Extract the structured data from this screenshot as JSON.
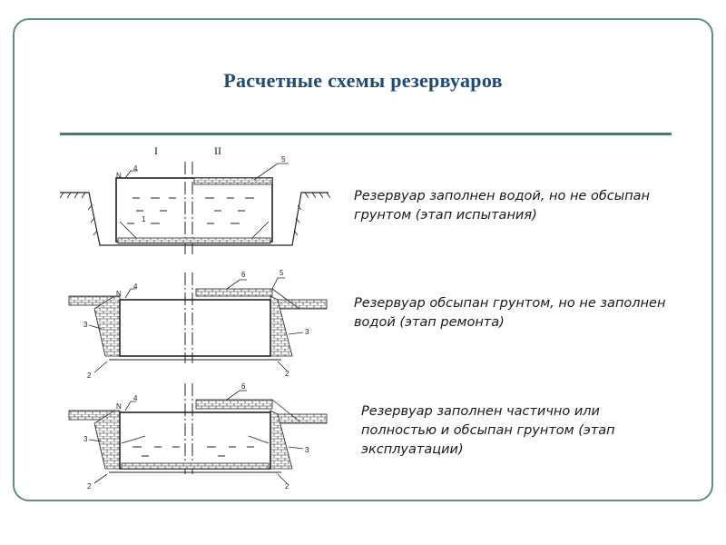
{
  "title": "Расчетные схемы резервуаров",
  "sections": {
    "left": "I",
    "right": "II"
  },
  "schemes": [
    {
      "description": "Резервуар заполнен водой, но не обсыпан грунтом (этап испытания)",
      "labels": {
        "n": "N",
        "four": "4",
        "five": "5",
        "one": "1"
      }
    },
    {
      "description": "Резервуар обсыпан грунтом, но не заполнен водой (этап ремонта)",
      "labels": {
        "n": "N",
        "four": "4",
        "six": "6",
        "five": "5",
        "three_l": "3",
        "three_r": "3",
        "two_l": "2",
        "two_r": "2"
      }
    },
    {
      "description": "Резервуар заполнен частично или полностью и обсыпан грунтом (этап эксплуатации)",
      "labels": {
        "n": "N",
        "four": "4",
        "six": "6",
        "three_l": "3",
        "three_r": "3",
        "two_l": "2",
        "two_r": "2"
      }
    }
  ]
}
